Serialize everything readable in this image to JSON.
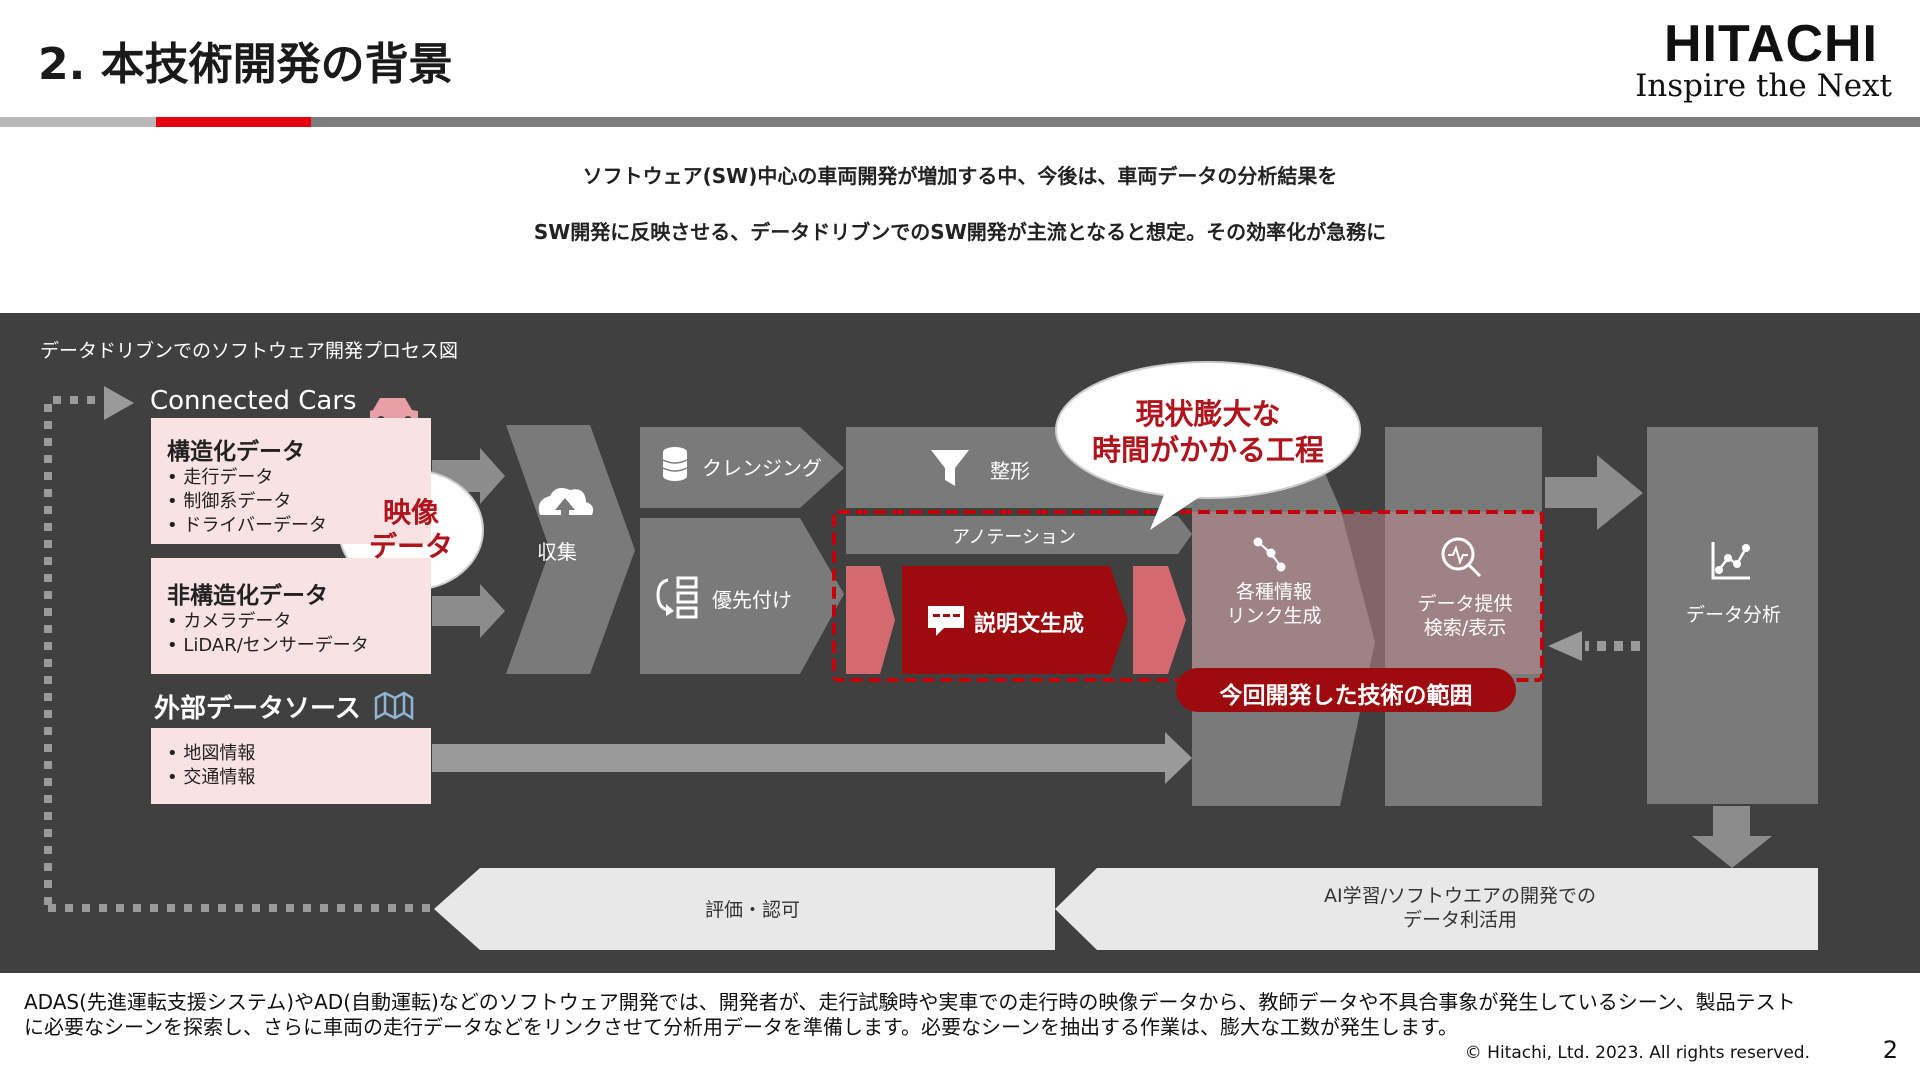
{
  "header": {
    "title": "2. 本技術開発の背景",
    "logo_word": "HITACHI",
    "logo_tagline": "Inspire the Next"
  },
  "headline": {
    "line1": "ソフトウェア(SW)中心の車両開発が増加する中、今後は、車両データの分析結果を",
    "line2": "SW開発に反映させる、データドリブンでのSW開発が主流となると想定。その効率化が急務に"
  },
  "diagram": {
    "caption": "データドリブンでのソフトウェア開発プロセス図",
    "connected_cars": "Connected Cars",
    "structured": {
      "title": "構造化データ",
      "items": [
        "走行データ",
        "制御系データ",
        "ドライバーデータ"
      ]
    },
    "unstructured": {
      "title": "非構造化データ",
      "items": [
        "カメラデータ",
        "LiDAR/センサーデータ"
      ]
    },
    "external": {
      "title": "外部データソース",
      "items": [
        "地図情報",
        "交通情報"
      ]
    },
    "video_bubble": {
      "line1": "映像",
      "line2": "データ"
    },
    "time_bubble": {
      "line1": "現状膨大な",
      "line2": "時間がかかる工程"
    },
    "steps": {
      "collect": "収集",
      "cleansing": "クレンジング",
      "priority": "優先付け",
      "shaping": "整形",
      "annotation": "アノテーション",
      "caption_gen": "説明文生成",
      "link_line1": "各種情報",
      "link_line2": "リンク生成",
      "provide_line1": "データ提供",
      "provide_line2": "検索/表示",
      "analysis": "データ分析",
      "ai_line1": "AI学習/ソフトウエアの開発での",
      "ai_line2": "データ利活用",
      "evaluate": "評価・認可"
    },
    "scope_label": "今回開発した技術の範囲"
  },
  "footnote": {
    "line1": "ADAS(先進運転支援システム)やAD(自動運転)などのソフトウェア開発では、開発者が、走行試験時や実車での走行時の映像データから、教師データや不具合事象が発生しているシーン、製品テスト",
    "line2": "に必要なシーンを探索し、さらに車両の走行データなどをリンクさせて分析用データを準備します。必要なシーンを抽出する作業は、膨大な工数が発生します。"
  },
  "copyright": "© Hitachi, Ltd. 2023. All rights reserved.",
  "page_number": "2",
  "colors": {
    "brand_red": "#e60012",
    "dark_red": "#9e0b0f",
    "panel_bg": "#404040",
    "step_gray": "#7a7a7a",
    "source_pink": "#f8e2e3"
  }
}
